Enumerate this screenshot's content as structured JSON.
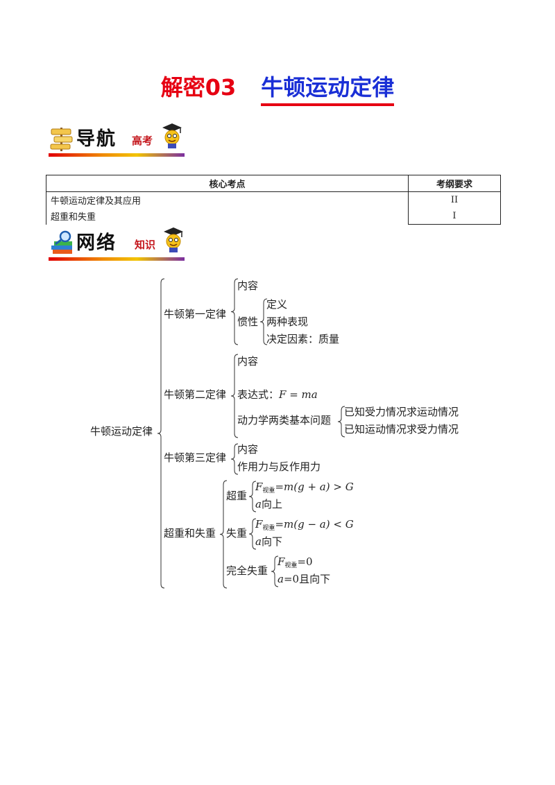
{
  "title": {
    "part1": "解密03",
    "part2": "牛顿运动定律"
  },
  "banners": {
    "nav": {
      "main": "导航",
      "small": "高考"
    },
    "net": {
      "main": "网络",
      "small": "知识"
    }
  },
  "table": {
    "headers": [
      "核心考点",
      "考纲要求"
    ],
    "rows": [
      {
        "point": "牛顿运动定律及其应用",
        "requirement": "II"
      },
      {
        "point": "超重和失重",
        "requirement": "I"
      }
    ]
  },
  "mindmap": {
    "root": "牛顿运动定律",
    "law1": {
      "label": "牛顿第一定律",
      "content": "内容",
      "inertia": "惯性",
      "inertia_items": [
        "定义",
        "两种表现",
        "决定因素：质量"
      ]
    },
    "law2": {
      "label": "牛顿第二定律",
      "content": "内容",
      "expr_label": "表达式：",
      "expr": "F = ma",
      "dynamics": "动力学两类基本问题",
      "dynamics_items": [
        "已知受力情况求运动情况",
        "已知运动情况求受力情况"
      ]
    },
    "law3": {
      "label": "牛顿第三定律",
      "items": [
        "内容",
        "作用力与反作用力"
      ]
    },
    "weight": {
      "label": "超重和失重",
      "over": {
        "label": "超重",
        "f_sym": "F",
        "f_sub": "视重",
        "formula": "=m(g + a) > G",
        "dir_a": "a",
        "dir": "向上"
      },
      "under": {
        "label": "失重",
        "f_sym": "F",
        "f_sub": "视重",
        "formula": "=m(g − a) < G",
        "dir_a": "a",
        "dir": "向下"
      },
      "full": {
        "label": "完全失重",
        "f_sym": "F",
        "f_sub": "视重",
        "formula": "=0",
        "dir_a": "a",
        "dir": "=0且向下"
      }
    }
  }
}
